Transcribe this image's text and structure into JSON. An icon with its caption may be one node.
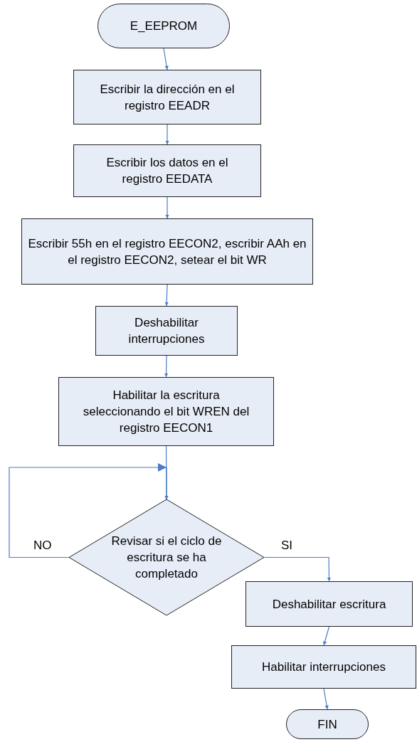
{
  "diagram": {
    "nodes": [
      {
        "text": [
          "E_EEPROM"
        ]
      },
      {
        "text": [
          "Escribir la dirección en el registro EEADR"
        ]
      },
      {
        "text": [
          "Escribir los datos en el registro EEDATA"
        ]
      },
      {
        "text": [
          "Escribir 55h en el registro EECON2, escribir AAh en el registro EECON2, setear el bit WR"
        ]
      },
      {
        "text": [
          "Deshabilitar interrupciones"
        ]
      },
      {
        "text": [
          "Habilitar la escritura seleccionando el bit WREN del registro EECON1"
        ]
      },
      {
        "text": [
          "Revisar si el ciclo de escritura se ha completado"
        ]
      },
      {
        "text": [
          "Deshabilitar escritura"
        ]
      },
      {
        "text": [
          "Habilitar interrupciones"
        ]
      },
      {
        "text": [
          "FIN"
        ]
      }
    ],
    "edges": [
      {
        "from": 0,
        "to": 1,
        "arrow": "to"
      },
      {
        "from": 1,
        "to": 2,
        "arrow": "to"
      },
      {
        "from": 2,
        "to": 3,
        "arrow": "to"
      },
      {
        "from": 3,
        "to": 4,
        "arrow": "to"
      },
      {
        "from": 4,
        "to": 5,
        "arrow": "to"
      },
      {
        "from": 5,
        "to": 6,
        "arrow": "to"
      },
      {
        "from": 6,
        "to": 7,
        "arrow": "to",
        "label": "SI"
      },
      {
        "from": 7,
        "to": 8,
        "arrow": "to"
      },
      {
        "from": 8,
        "to": 9,
        "arrow": "to"
      },
      {
        "from": 6,
        "to": 6,
        "arrow": "to",
        "label": "NO"
      }
    ]
  }
}
